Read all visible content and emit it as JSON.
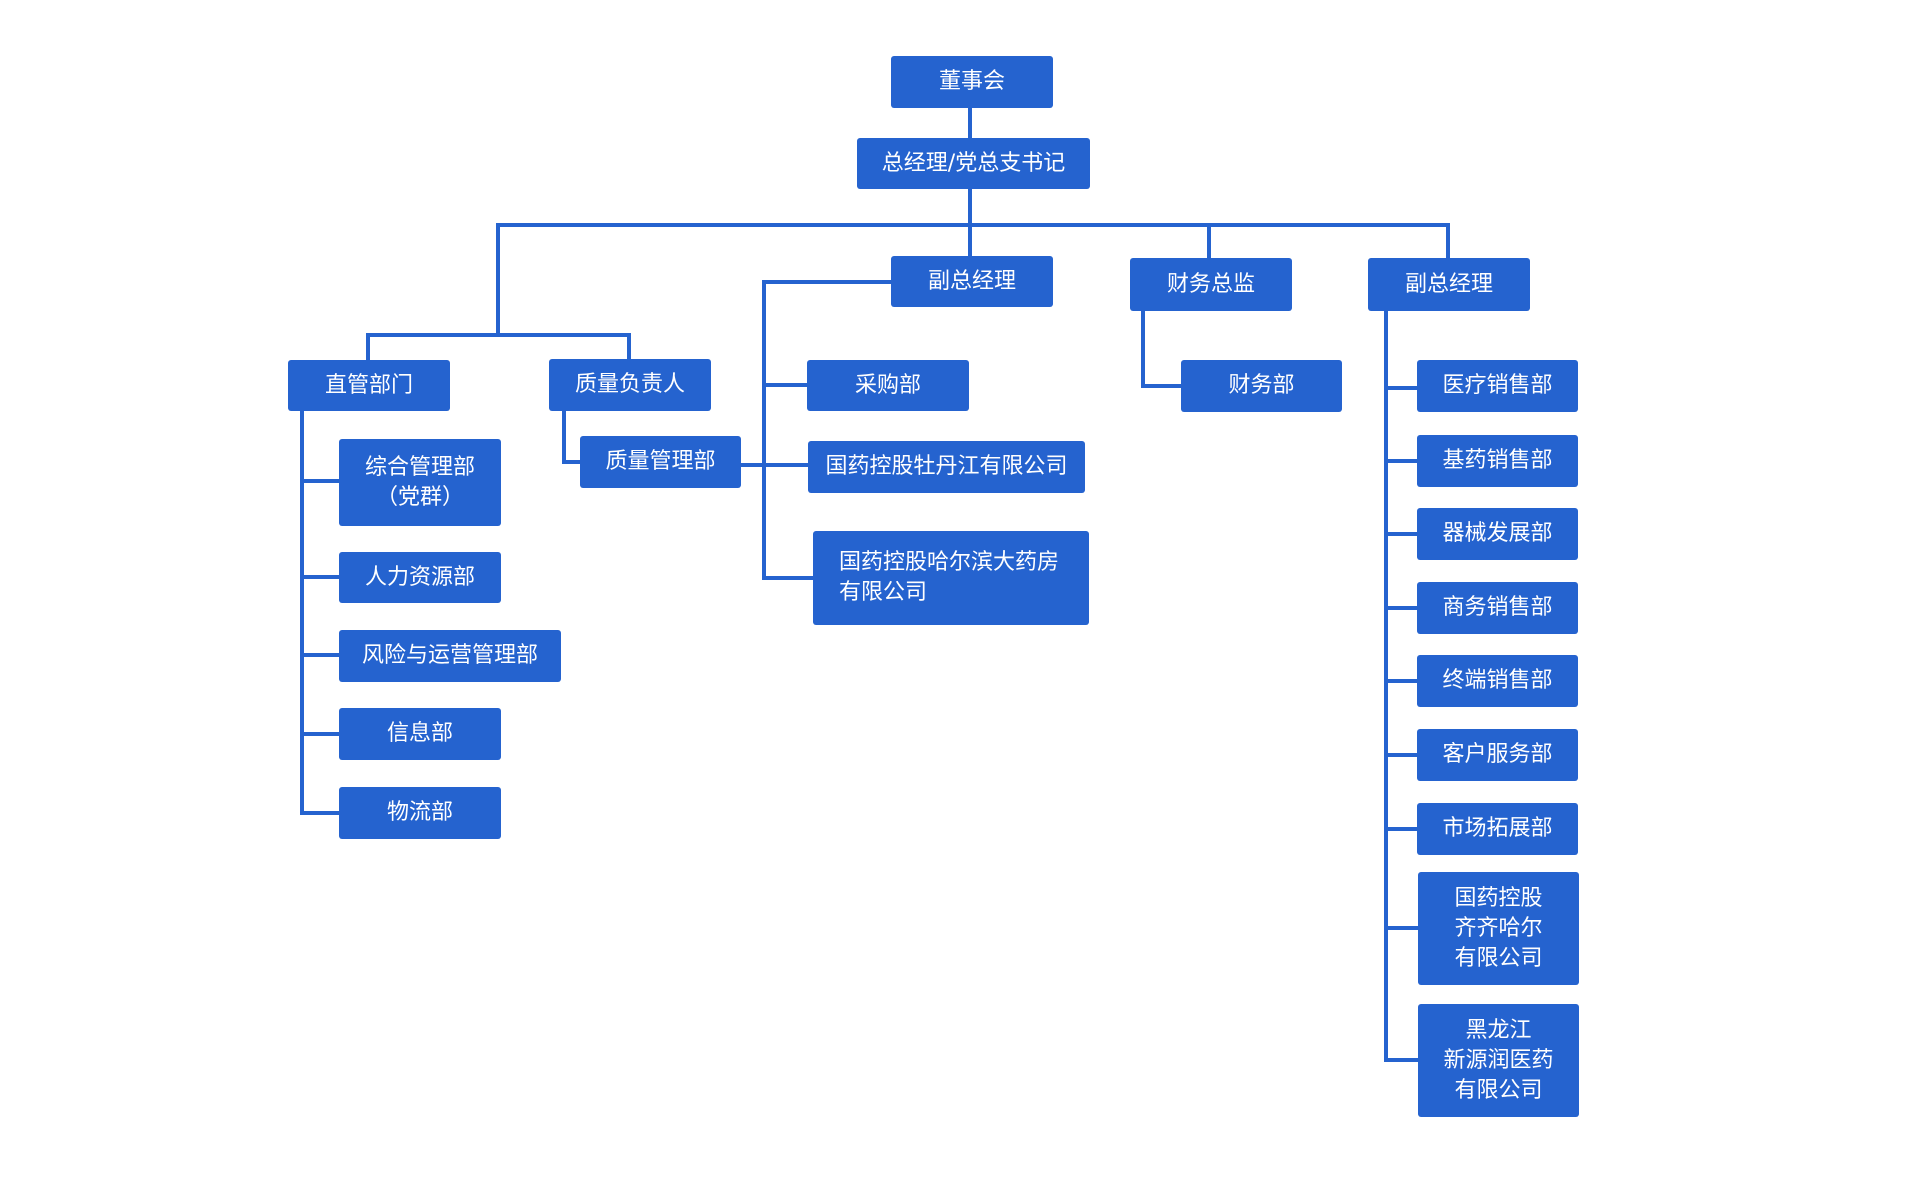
{
  "colors": {
    "node_fill": "#2563cf",
    "connector": "#2563cf",
    "text": "#ffffff",
    "background": "#ffffff"
  },
  "nodes": {
    "board": [
      "董事会"
    ],
    "gm": [
      "总经理/党总支书记"
    ],
    "vp1": [
      "副总经理"
    ],
    "cfo": [
      "财务总监"
    ],
    "vp2": [
      "副总经理"
    ],
    "direct": [
      "直管部门"
    ],
    "quality_head": [
      "质量负责人"
    ],
    "general_admin": [
      "综合管理部",
      "（党群）"
    ],
    "hr": [
      "人力资源部"
    ],
    "risk_ops": [
      "风险与运营管理部"
    ],
    "info": [
      "信息部"
    ],
    "logistics": [
      "物流部"
    ],
    "quality_mgmt": [
      "质量管理部"
    ],
    "purchasing": [
      "采购部"
    ],
    "mudanjiang": [
      "国药控股牡丹江有限公司"
    ],
    "harbin_pharmacy": [
      "国药控股哈尔滨大药房",
      "有限公司"
    ],
    "finance": [
      "财务部"
    ],
    "medical_sales": [
      "医疗销售部"
    ],
    "basic_drug_sales": [
      "基药销售部"
    ],
    "device_dev": [
      "器械发展部"
    ],
    "business_sales": [
      "商务销售部"
    ],
    "terminal_sales": [
      "终端销售部"
    ],
    "customer_service": [
      "客户服务部"
    ],
    "market_expansion": [
      "市场拓展部"
    ],
    "qiqihar": [
      "国药控股",
      "齐齐哈尔",
      "有限公司"
    ],
    "xinyuanrun": [
      "黑龙江",
      "新源润医药",
      "有限公司"
    ]
  }
}
